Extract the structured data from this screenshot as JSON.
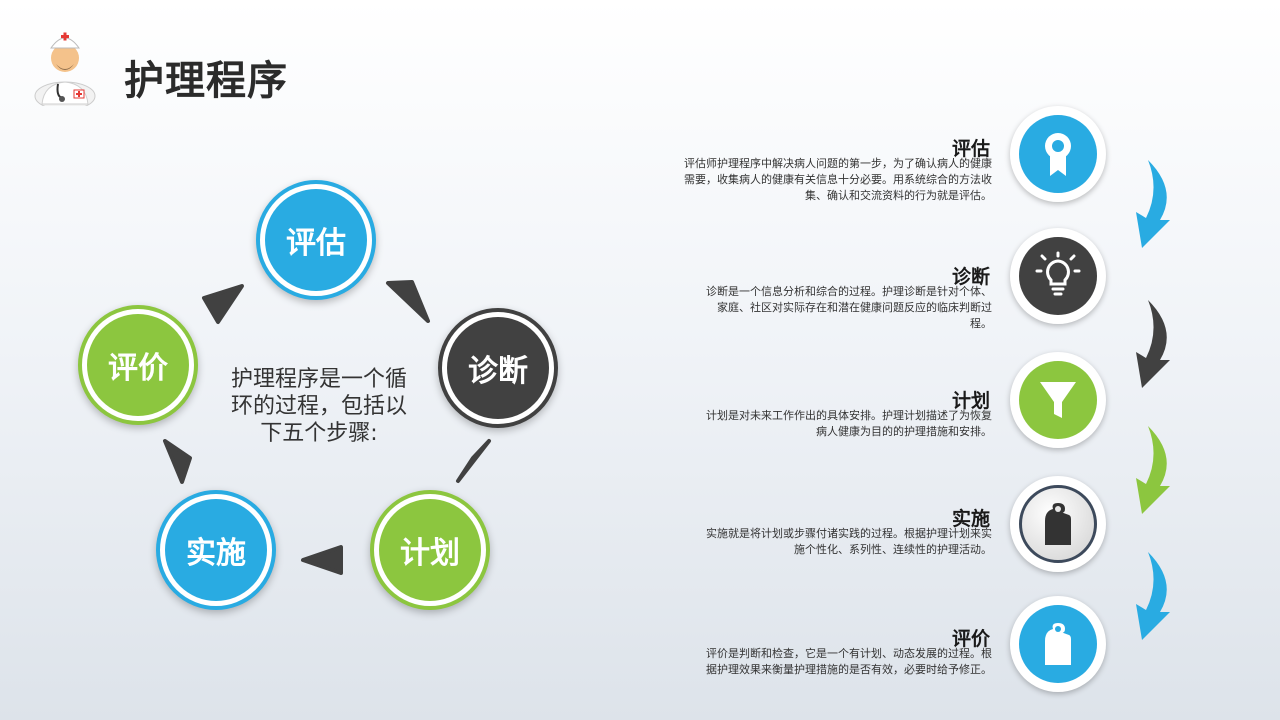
{
  "title": "护理程序",
  "center_text": "护理程序是一个循环的过程，包括以下五个步骤:",
  "cycle": {
    "assess": "评估",
    "diagnose": "诊断",
    "plan": "计划",
    "implement": "实施",
    "evaluate": "评价"
  },
  "steps": [
    {
      "title": "评估",
      "desc": "评估师护理程序中解决病人问题的第一步，为了确认病人的健康需要，收集病人的健康有关信息十分必要。用系统综合的方法收集、确认和交流资料的行为就是评估。",
      "icon": "ribbon-award-icon",
      "color": "#29abe2"
    },
    {
      "title": "诊断",
      "desc": "诊断是一个信息分析和综合的过程。护理诊断是针对个体、家庭、社区对实际存在和潜在健康问题反应的临床判断过程。",
      "icon": "lightbulb-icon",
      "color": "#414141"
    },
    {
      "title": "计划",
      "desc": "计划是对未来工作作出的具体安排。护理计划描述了为恢复病人健康为目的的护理措施和安排。",
      "icon": "funnel-icon",
      "color": "#8cc63f"
    },
    {
      "title": "实施",
      "desc": "实施就是将计划或步骤付诸实践的过程。根据护理计划来实施个性化、系列性、连续性的护理活动。",
      "icon": "door-hanger-icon",
      "color": "#d9d9d9"
    },
    {
      "title": "评价",
      "desc": "评价是判断和检查，它是一个有计划、动态发展的过程。根据护理效果来衡量护理措施的是否有效，必要时给予修正。",
      "icon": "door-hanger-icon",
      "color": "#29abe2"
    }
  ],
  "colors": {
    "blue": "#29abe2",
    "green": "#8cc63f",
    "dark": "#414141"
  }
}
